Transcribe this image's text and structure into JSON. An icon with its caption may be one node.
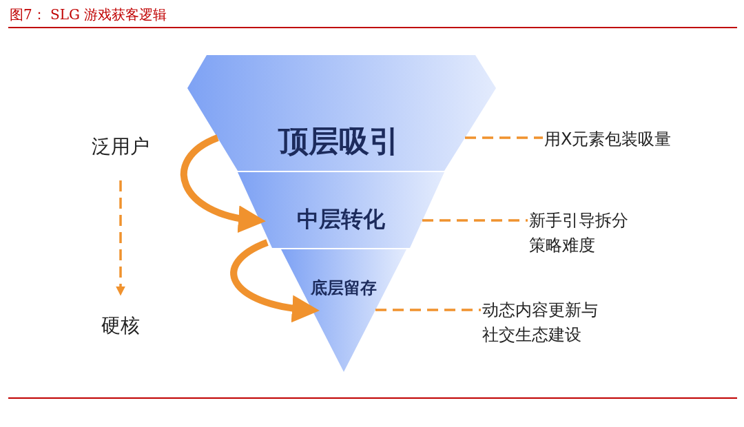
{
  "diagram": {
    "title": "图7： SLG 游戏获客逻辑",
    "nodes": [
      {
        "text": [
          "顶层吸引"
        ]
      },
      {
        "text": [
          "中层转化"
        ]
      },
      {
        "text": [
          "底层留存"
        ]
      },
      {
        "text": [
          "泛用户"
        ]
      },
      {
        "text": [
          "硬核"
        ]
      },
      {
        "text": [
          "用X元素包装吸量"
        ]
      },
      {
        "text": [
          "新手引导拆分策略难度"
        ]
      },
      {
        "text": [
          "动态内容更新与社交生态建设"
        ]
      }
    ],
    "edges": [
      {
        "from": 0,
        "to": 1,
        "arrow": "to",
        "style": "thick"
      },
      {
        "from": 1,
        "to": 2,
        "arrow": "to",
        "style": "thick"
      },
      {
        "from": 3,
        "to": 4,
        "arrow": "to",
        "style": "dashed"
      },
      {
        "from": 0,
        "to": 5,
        "arrow": "none",
        "style": "dashed"
      },
      {
        "from": 1,
        "to": 6,
        "arrow": "none",
        "style": "dashed"
      },
      {
        "from": 2,
        "to": 7,
        "arrow": "none",
        "style": "dashed"
      }
    ]
  }
}
